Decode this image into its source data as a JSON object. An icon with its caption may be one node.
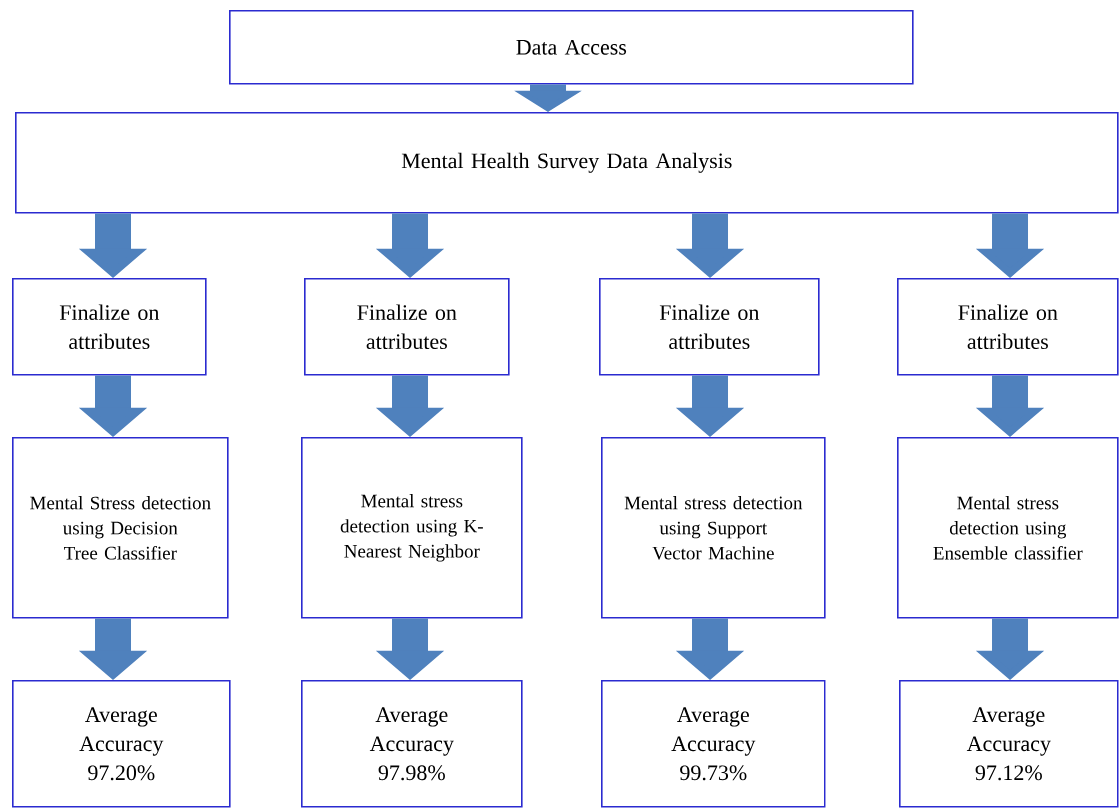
{
  "diagram": {
    "nodes": [
      {
        "text": [
          "Data Access"
        ]
      },
      {
        "text": [
          "Mental Health Survey Data Analysis"
        ]
      },
      {
        "text": [
          "Finalize on attributes"
        ]
      },
      {
        "text": [
          "Finalize on attributes"
        ]
      },
      {
        "text": [
          "Finalize on attributes"
        ]
      },
      {
        "text": [
          "Finalize on attributes"
        ]
      },
      {
        "text": [
          "Mental Stress detection using Decision Tree Classifier"
        ]
      },
      {
        "text": [
          "Mental stress detection using K-Nearest Neighbor"
        ]
      },
      {
        "text": [
          "Mental stress detection using Support Vector Machine"
        ]
      },
      {
        "text": [
          "Mental stress detection using Ensemble classifier"
        ]
      },
      {
        "text": [
          "Average Accuracy 97.20%"
        ]
      },
      {
        "text": [
          "Average Accuracy 97.98%"
        ]
      },
      {
        "text": [
          "Average Accuracy 99.73%"
        ]
      },
      {
        "text": [
          "Average Accuracy 97.12%"
        ]
      }
    ],
    "edges": [
      {
        "from": 0,
        "to": 1,
        "arrow": "to"
      },
      {
        "from": 1,
        "to": 2,
        "arrow": "to"
      },
      {
        "from": 1,
        "to": 3,
        "arrow": "to"
      },
      {
        "from": 1,
        "to": 4,
        "arrow": "to"
      },
      {
        "from": 1,
        "to": 5,
        "arrow": "to"
      },
      {
        "from": 2,
        "to": 6,
        "arrow": "to"
      },
      {
        "from": 3,
        "to": 7,
        "arrow": "to"
      },
      {
        "from": 4,
        "to": 8,
        "arrow": "to"
      },
      {
        "from": 5,
        "to": 9,
        "arrow": "to"
      },
      {
        "from": 6,
        "to": 10,
        "arrow": "to"
      },
      {
        "from": 7,
        "to": 11,
        "arrow": "to"
      },
      {
        "from": 8,
        "to": 12,
        "arrow": "to"
      },
      {
        "from": 9,
        "to": 13,
        "arrow": "to"
      }
    ]
  }
}
